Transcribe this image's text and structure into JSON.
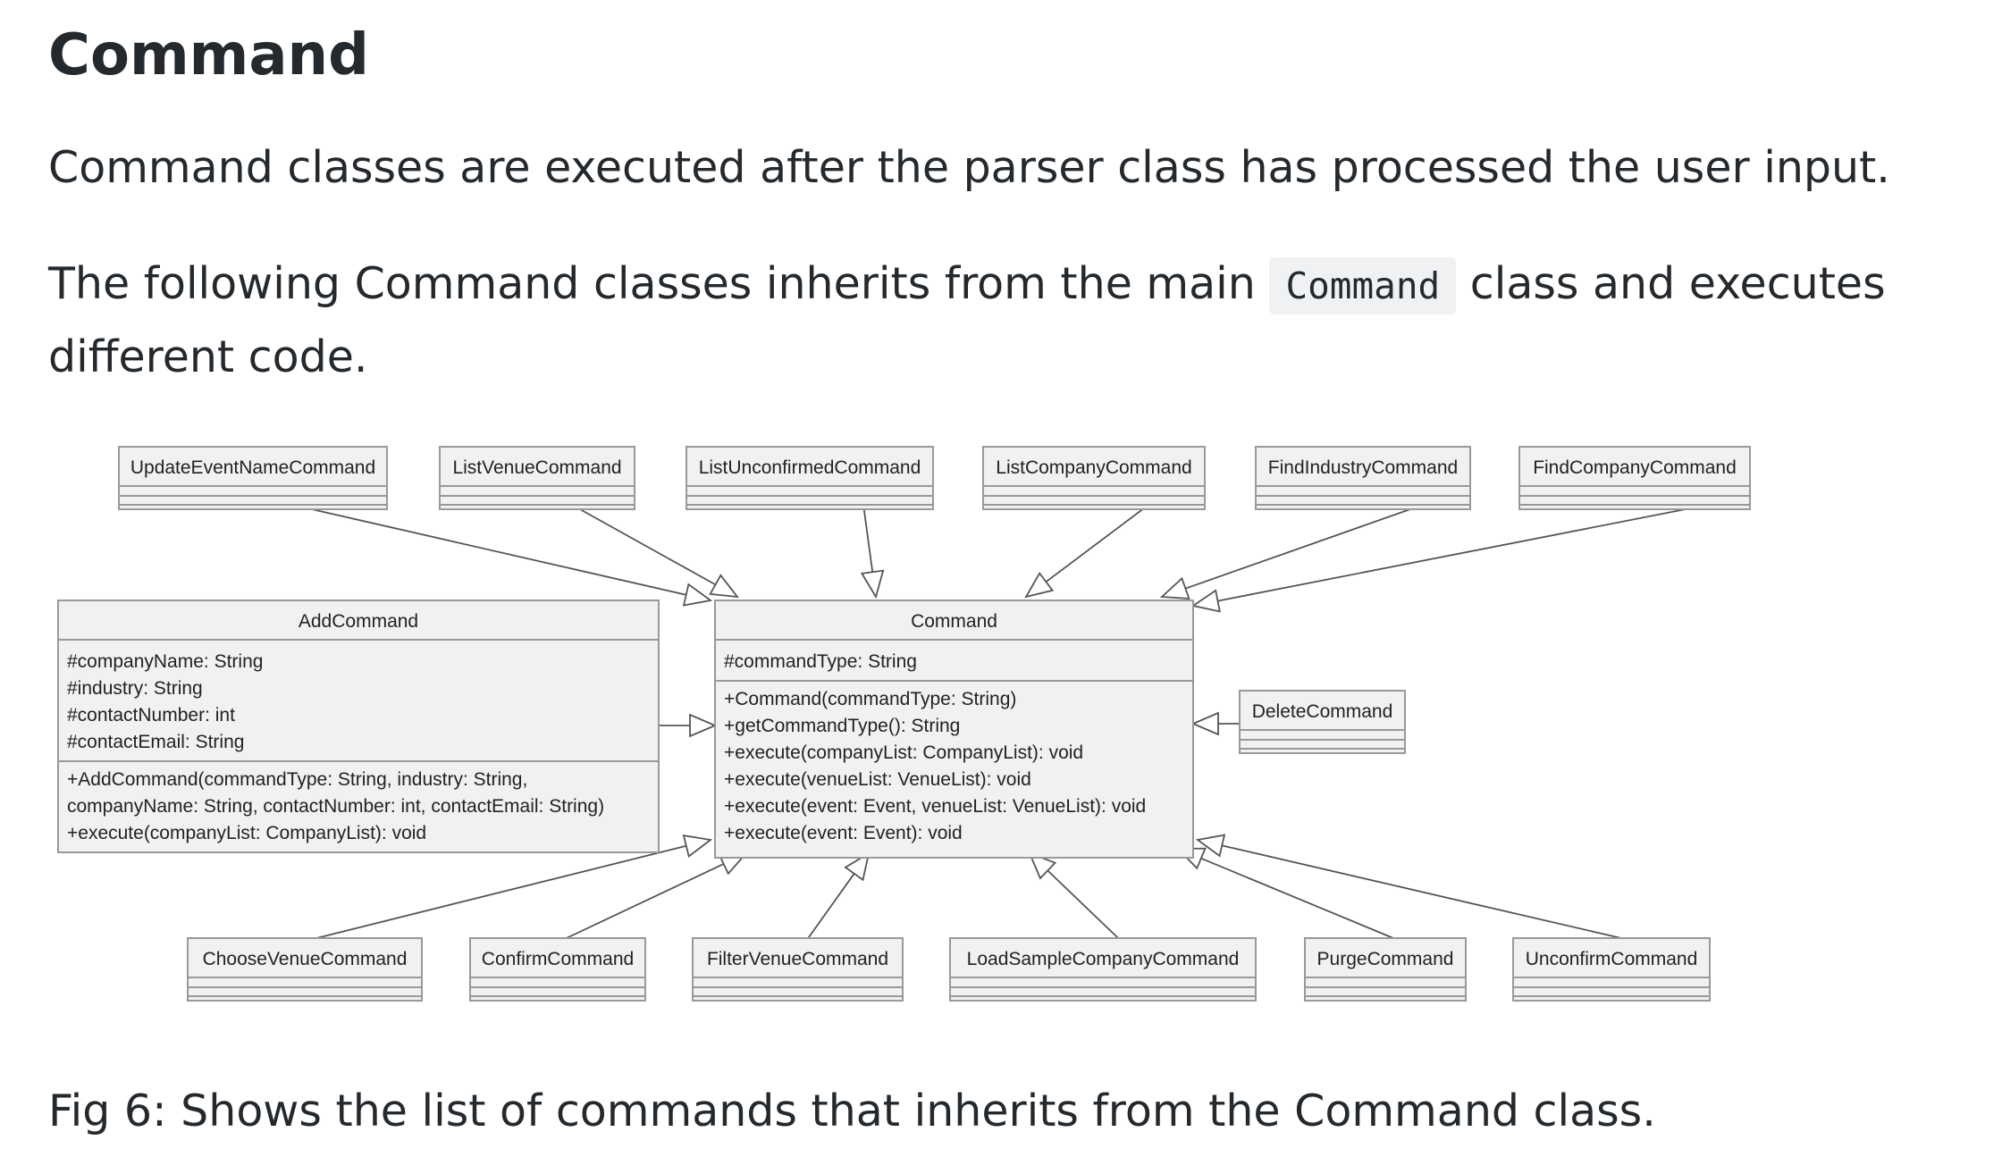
{
  "heading": "Command",
  "para1": "Command classes are executed after the parser class has processed the user input.",
  "para2": {
    "before": "The following Command classes inherits from the main ",
    "code": "Command",
    "after": " class and executes different code."
  },
  "diagram": {
    "main_class": {
      "name": "Command",
      "attributes": [
        "#commandType: String"
      ],
      "methods": [
        "+Command(commandType: String)",
        "+getCommandType(): String",
        "+execute(companyList: CompanyList): void",
        "+execute(venueList: VenueList): void",
        "+execute(event: Event, venueList: VenueList): void",
        "+execute(event: Event): void"
      ]
    },
    "add_command": {
      "name": "AddCommand",
      "attributes": [
        "#companyName: String",
        "#industry: String",
        "#contactNumber: int",
        "#contactEmail: String"
      ],
      "methods": [
        "+AddCommand(commandType: String, industry: String,",
        "companyName: String, contactNumber: int, contactEmail: String)",
        "+execute(companyList: CompanyList): void"
      ]
    },
    "top_classes": [
      "UpdateEventNameCommand",
      "ListVenueCommand",
      "ListUnconfirmedCommand",
      "ListCompanyCommand",
      "FindIndustryCommand",
      "FindCompanyCommand"
    ],
    "right_class": "DeleteCommand",
    "bottom_classes": [
      "ChooseVenueCommand",
      "ConfirmCommand",
      "FilterVenueCommand",
      "LoadSampleCompanyCommand",
      "PurgeCommand",
      "UnconfirmCommand"
    ]
  },
  "caption": "Fig 6: Shows the list of commands that inherits from the Command class."
}
